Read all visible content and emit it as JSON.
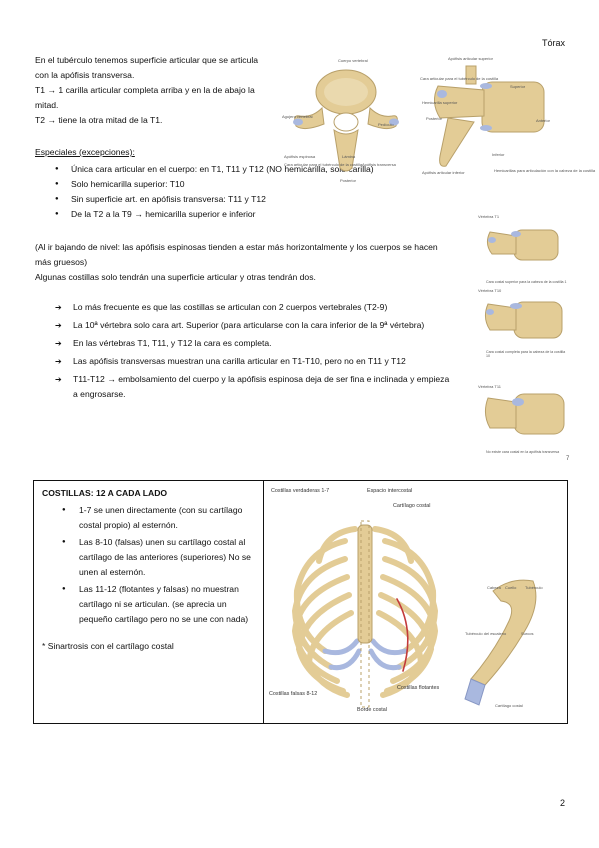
{
  "header": {
    "section": "Tórax"
  },
  "page_number": "2",
  "intro": {
    "lines": [
      "En el tubérculo tenemos superficie articular que se articula con la apófisis transversa.",
      "T1 → 1 carilla articular completa arriba y en la de abajo la mitad.",
      "T2 → tiene la otra mitad de la T1."
    ]
  },
  "exceptions": {
    "heading": "Especiales (excepciones):",
    "items": [
      "Única cara articular en el cuerpo: en T1, T11 y T12 (NO hemicarilla, solo carilla)",
      "Solo hemicarilla superior: T10",
      "Sin superficie art. en apófisis transversa: T11 y T12",
      "De la T2 a la T9 → hemicarilla superior e inferior"
    ],
    "note_lines": [
      "(Al ir bajando de nivel: las apófisis espinosas tienden a estar más horizontalmente y los cuerpos se hacen más gruesos)",
      "Algunas costillas solo tendrán una superficie articular y otras tendrán dos."
    ]
  },
  "arrow_points": [
    "Lo más frecuente es que las costillas se articulan con 2 cuerpos vertebrales (T2-9)",
    "La 10ª vértebra solo cara art. Superior (para articularse con la cara inferior de la 9ª vértebra)",
    "En las vértebras T1, T11, y T12 la cara es completa.",
    "Las apófisis transversas muestran una carilla articular en T1-T10, pero no en T11 y T12",
    "T11-T12 → embolsamiento del cuerpo y la apófisis espinosa deja de ser fina e inclinada y empieza a engrosarse."
  ],
  "figure_top": {
    "labels_top_view": [
      "Cuerpo vertebral",
      "Apófisis espinosa",
      "Cara articular para el tubérculo de la costilla",
      "Lámina",
      "Apófisis transversa",
      "Pedículo",
      "Agujero vertebral",
      "Posterior"
    ],
    "labels_side_view": [
      "Apófisis articular superior",
      "Cara articular para el tubérculo de la costilla",
      "Hemicarilla superior",
      "Superior",
      "Posterior",
      "Anterior",
      "Apófisis articular inferior",
      "Inferior",
      "Hemicarillas para articulación con la cabeza de la costilla"
    ]
  },
  "vertebrae_small": [
    {
      "label": "Vértebra T1",
      "caption": "Cara costal superior para la cabeza de la costilla 1"
    },
    {
      "label": "Vértebra T10",
      "caption": "Cara costal completa para la cabeza de la costilla 10"
    },
    {
      "label": "Vértebra T11",
      "caption": "No existe cara costal en la apófisis transversa"
    }
  ],
  "figure_mark": "7",
  "ribs_box": {
    "title": "COSTILLAS: 12 A CADA LADO",
    "items": [
      "1-7 se unen directamente (con su cartílago costal propio) al esternón.",
      "Las 8-10 (falsas) unen su cartílago costal al cartílago de las anteriores (superiores) No se unen al esternón.",
      "Las 11-12 (flotantes y falsas) no muestran cartílago ni se articulan. (se aprecia un pequeño cartílago pero no se une con nada)"
    ],
    "note": "* Sinartrosis con el cartílago costal"
  },
  "thorax_figure": {
    "labels": {
      "true_ribs": "Costillas verdaderas 1-7",
      "intercostal": "Espacio intercostal",
      "cartilage": "Cartílago costal",
      "false_ribs": "Costillas falsas 8-12",
      "floating": "Costillas flotantes",
      "costal_margin": "Borde costal"
    },
    "rib_labels": [
      "Cabeza",
      "Cuello",
      "Tubérculo",
      "Tubérculo del escaleno",
      "Surcos",
      "Cartílago costal"
    ]
  },
  "colors": {
    "bone": "#e3cc96",
    "bone_dark": "#b8a06a",
    "cartilage": "#a9b8df",
    "accent_red": "#c23a3a"
  }
}
